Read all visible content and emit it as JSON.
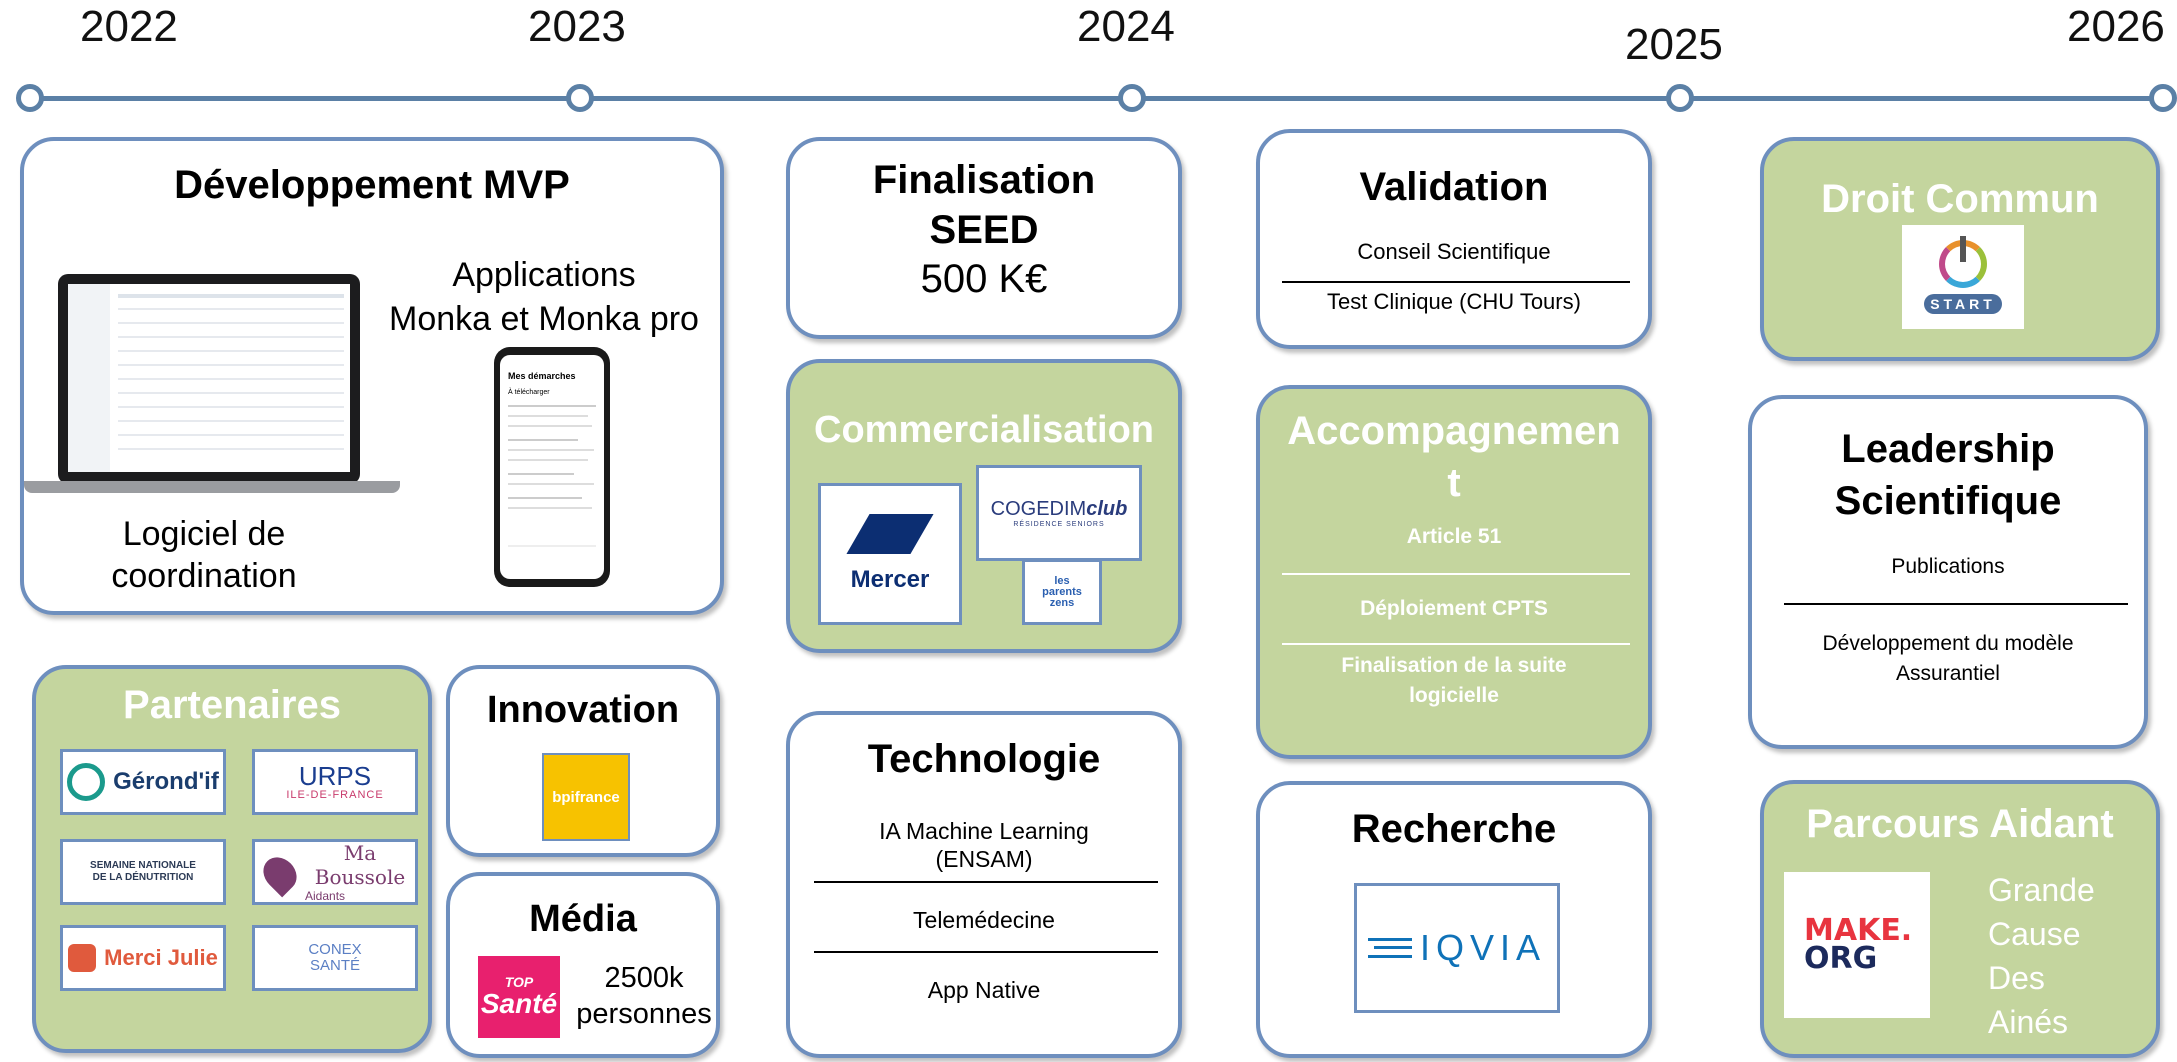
{
  "timeline": {
    "years": [
      "2022",
      "2023",
      "2024",
      "2025",
      "2026"
    ]
  },
  "mvp": {
    "title": "Développement MVP",
    "apps_line1": "Applications",
    "apps_line2": "Monka et Monka pro",
    "software_line1": "Logiciel de",
    "software_line2": "coordination",
    "phone_header": "Mes démarches",
    "phone_link": "À télécharger"
  },
  "partenaires": {
    "title": "Partenaires",
    "logos": [
      "Gérond'if",
      "URPS",
      "ILE-DE-FRANCE",
      "SEMAINE NATIONALE DE LA DÉNUTRITION",
      "Ma Boussole",
      "Aidants",
      "Merci Julie",
      "CONEX SANTÉ"
    ]
  },
  "innovation": {
    "title": "Innovation",
    "logo": "bpifrance"
  },
  "media": {
    "title": "Média",
    "logo_top": "TOP",
    "logo_main": "Santé",
    "reach_line1": "2500k",
    "reach_line2": "personnes"
  },
  "seed": {
    "title_line1": "Finalisation",
    "title_line2": "SEED",
    "amount": "500 K€"
  },
  "commercialisation": {
    "title": "Commercialisation",
    "logos": [
      "Mercer",
      "COGEDIM",
      "club",
      "RÉSIDENCE SENIORS",
      "les parents zens"
    ]
  },
  "technologie": {
    "title": "Technologie",
    "items": [
      "IA Machine Learning",
      "(ENSAM)",
      "Telemédecine",
      "App Native"
    ]
  },
  "validation": {
    "title": "Validation",
    "items": [
      "Conseil Scientifique",
      "Test Clinique (CHU Tours)"
    ]
  },
  "accompagnement": {
    "title_line1": "Accompagnemen",
    "title_line2": "t",
    "items": [
      "Article 51",
      "Déploiement CPTS",
      "Finalisation de la suite",
      "logicielle"
    ]
  },
  "recherche": {
    "title": "Recherche",
    "logo": "IQVIA"
  },
  "droit_commun": {
    "title": "Droit Commun",
    "logo": "START"
  },
  "leadership": {
    "title_line1": "Leadership",
    "title_line2": "Scientifique",
    "items": [
      "Publications",
      "Développement du modèle",
      "Assurantiel"
    ]
  },
  "parcours": {
    "title": "Parcours Aidant",
    "logo_line1": "MAKE.",
    "logo_line2": "ORG",
    "cause": [
      "Grande",
      "Cause",
      "Des",
      "Ainés"
    ]
  },
  "colors": {
    "timeline": "#5b80a6",
    "border": "#6e8fbe",
    "green_fill": "#c4d59e"
  }
}
